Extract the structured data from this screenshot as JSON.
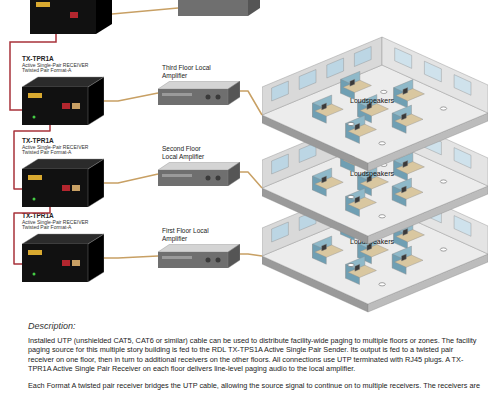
{
  "diagram": {
    "nodes": [
      {
        "text": [
          "TX-TPR1A",
          "Active Single-Pair RECEIVER Twisted Pair Format-A"
        ]
      },
      {
        "text": [
          "Third Floor Local Amplifier"
        ]
      },
      {
        "text": [
          "Loudspeakers"
        ]
      },
      {
        "text": [
          "TX-TPR1A",
          "Active Single-Pair RECEIVER Twisted Pair Format-A"
        ]
      },
      {
        "text": [
          "Second Floor Local Amplifier"
        ]
      },
      {
        "text": [
          "Loudspeakers"
        ]
      },
      {
        "text": [
          "TX-TPR1A",
          "Active Single-Pair RECEIVER Twisted Pair Format-A"
        ]
      },
      {
        "text": [
          "First Floor Local Amplifier"
        ]
      },
      {
        "text": [
          "Loudspeakers"
        ]
      }
    ],
    "edges": [
      {
        "from": 0,
        "to": 3,
        "arrow": "none"
      },
      {
        "from": 3,
        "to": 6,
        "arrow": "none"
      },
      {
        "from": 0,
        "to": 1,
        "arrow": "none"
      },
      {
        "from": 1,
        "to": 2,
        "arrow": "none"
      },
      {
        "from": 3,
        "to": 4,
        "arrow": "none"
      },
      {
        "from": 4,
        "to": 5,
        "arrow": "none"
      },
      {
        "from": 6,
        "to": 7,
        "arrow": "none"
      },
      {
        "from": 7,
        "to": 8,
        "arrow": "none"
      }
    ],
    "labels": [
      "Description:",
      "Installed UTP (unshielded CAT5, CAT6 or similar) cable can be used to distribute facility-wide paging to multiple floors or zones. The facility paging source for this multiple story building is fed to the RDL TX-TPS1A Active Single Pair Sender. Its output is fed to a twisted pair receiver on one floor, then in turn to additional receivers on the other floors. All connections use UTP terminated with RJ45 plugs. A TX-TPR1A Active Single Pair Receiver on each floor delivers line-level paging audio to the local amplifier.",
      "Each Format A twisted pair receiver bridges the UTP cable, allowing the source signal to continue on to multiple receivers. The receivers are"
    ]
  }
}
